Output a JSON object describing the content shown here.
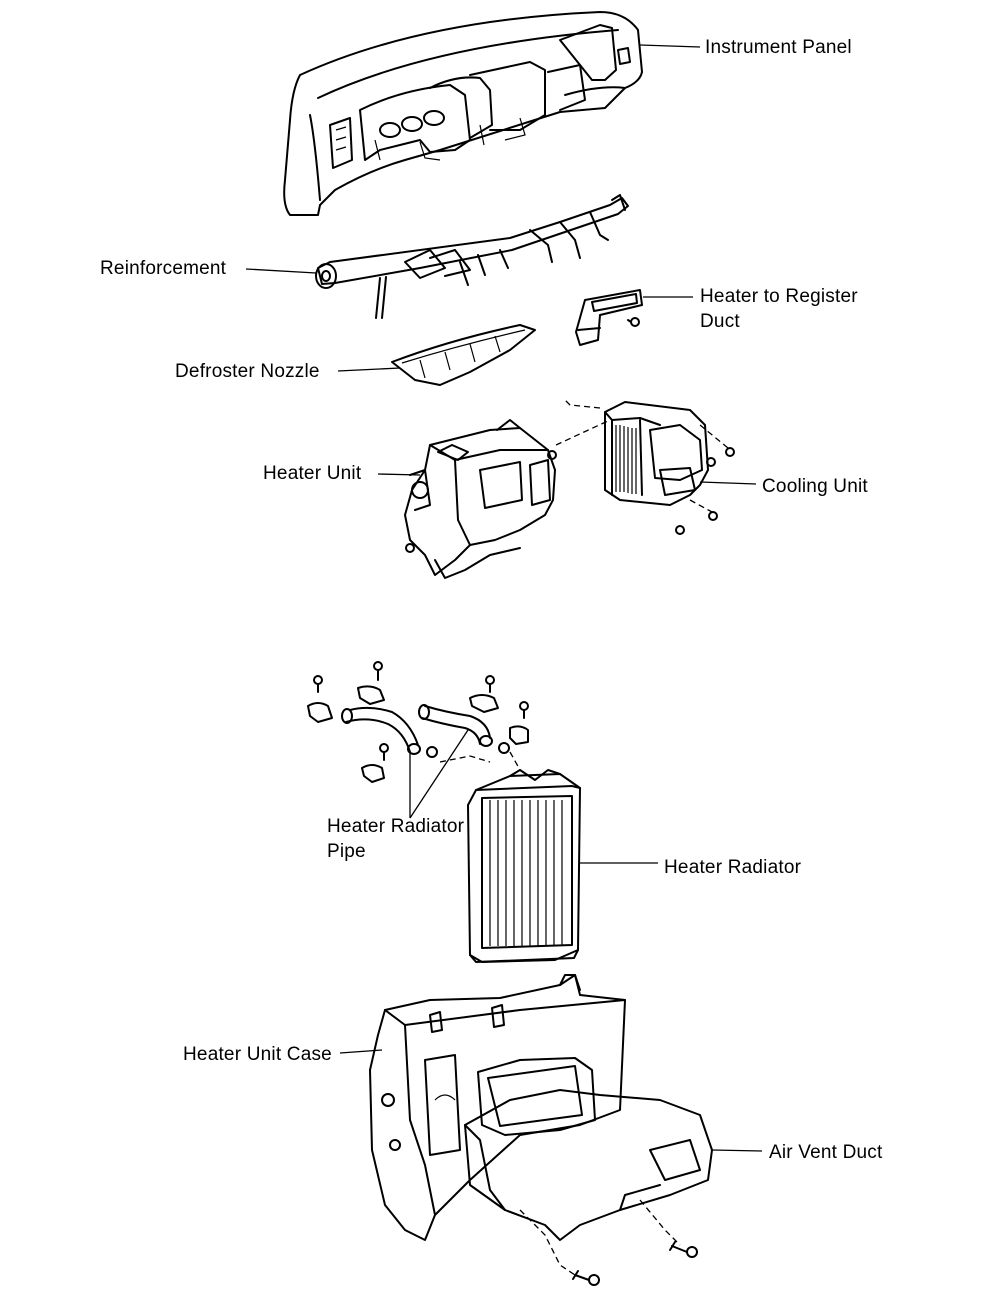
{
  "labels": {
    "instrument_panel": "Instrument Panel",
    "reinforcement": "Reinforcement",
    "heater_to_register_duct_line1": "Heater to Register",
    "heater_to_register_duct_line2": "Duct",
    "defroster_nozzle": "Defroster Nozzle",
    "heater_unit": "Heater Unit",
    "cooling_unit": "Cooling Unit",
    "heater_radiator_pipe_line1": "Heater Radiator",
    "heater_radiator_pipe_line2": "Pipe",
    "heater_radiator": "Heater Radiator",
    "heater_unit_case": "Heater Unit Case",
    "air_vent_duct": "Air Vent Duct"
  }
}
